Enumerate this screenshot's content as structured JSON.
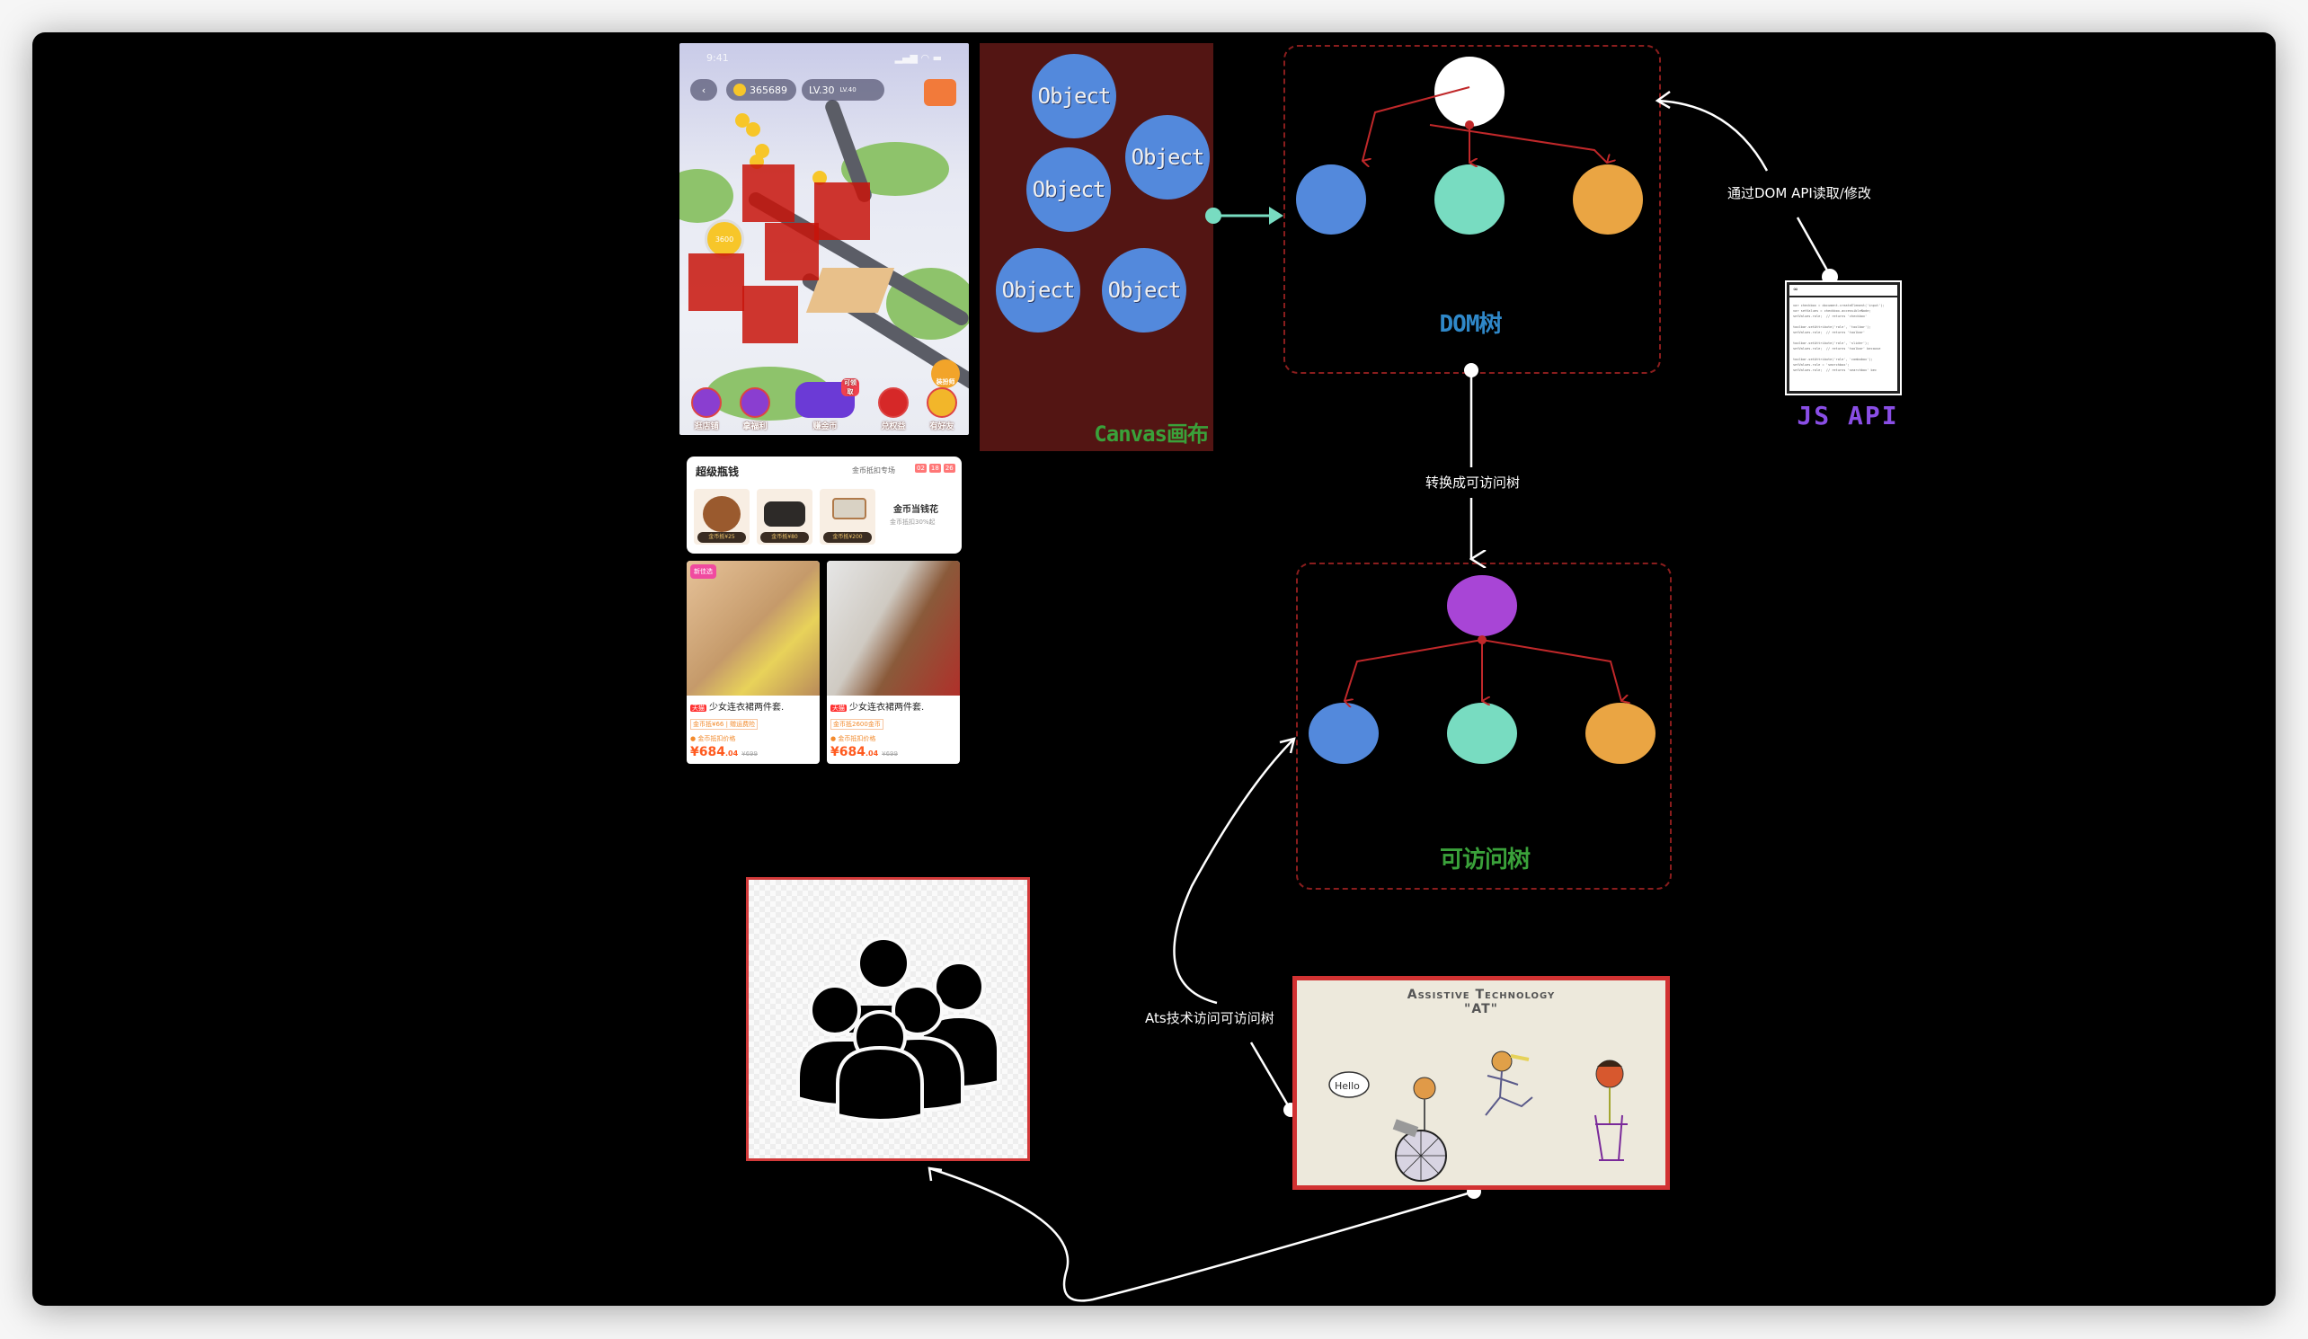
{
  "phone_app": {
    "status_time": "9:41",
    "coins": "365689",
    "level": "LV.30",
    "level_sub": "LV.40",
    "coin_bubble": "3600",
    "side_button": "装扮师",
    "nav": [
      {
        "label": "逛店铺"
      },
      {
        "label": "拿福利"
      },
      {
        "label": "赚金币",
        "badge": "可领取"
      },
      {
        "label": "兑权益"
      },
      {
        "label": "有好友"
      }
    ]
  },
  "promo_card": {
    "title": "超级瓶钱",
    "subtitle": "金币抵扣专场",
    "timer": [
      "02",
      "18",
      "26"
    ],
    "products": [
      {
        "tag": "金币抵¥25"
      },
      {
        "tag": "金币抵¥80"
      },
      {
        "tag": "金币抵¥200"
      }
    ],
    "right_title": "金币当钱花",
    "right_sub": "金币抵扣30%起"
  },
  "items": [
    {
      "corner_badge": "新佳选",
      "badge": "天猫",
      "title": "少女连衣裙两件套.",
      "sub": "金币抵¥66 | 赠运费险",
      "tip": "金币抵扣价格",
      "price_main": "¥684",
      "price_dec": ".04",
      "price_orig": "¥699"
    },
    {
      "badge": "天猫",
      "title": "少女连衣裙两件套.",
      "sub": "金币抵2600金币",
      "tip": "金币抵扣价格",
      "price_main": "¥684",
      "price_dec": ".04",
      "price_orig": "¥699"
    }
  ],
  "canvas_panel": {
    "label": "Canvas画布",
    "objects": [
      "Object",
      "Object",
      "Object",
      "Object",
      "Object"
    ]
  },
  "dom_tree": {
    "label": "DOM树",
    "root_color": "#ffffff",
    "child_colors": [
      "#5389dc",
      "#78dcc1",
      "#eaa543"
    ]
  },
  "access_tree": {
    "label": "可访问树",
    "root_color": "#a845d6",
    "child_colors": [
      "#5389dc",
      "#78dcc1",
      "#eaa543"
    ]
  },
  "edges": {
    "js_to_dom": "通过DOM  API读取/修改",
    "dom_to_access": "转换成可访问树",
    "at_to_access": "Ats技术访问可访问树"
  },
  "js_api": {
    "label": "JS  API",
    "code_lines": [
      "var checkbox = document.createElement('input');",
      "var setValues = checkbox.accessibleNode;",
      "setValues.role;  // returns 'checkbox'",
      "",
      "toolbar.setAttribute('role', 'toolbar');",
      "setValues.role;  // returns 'toolbar'",
      "",
      "toolbar.setAttribute('role', 'slider');",
      "setValues.role;  // returns 'toolbar' because",
      "",
      "toolbar.setAttribute('role', 'combobox');",
      "setValues.role = 'searchbox';",
      "setValues.role;  // returns 'searchbox' bec"
    ]
  },
  "at_image": {
    "title_line1": "Assistive Technology",
    "title_line2": "\"AT\"",
    "speech": "Hello"
  },
  "colors": {
    "canvas_bg": "#531513",
    "tree_border": "#8a1d1d",
    "tree_edge": "#c0282a",
    "connector": "#78dcc1",
    "dom_label": "#2f88c9",
    "access_label": "#3aa13a",
    "js_label": "#8a4ee6"
  }
}
